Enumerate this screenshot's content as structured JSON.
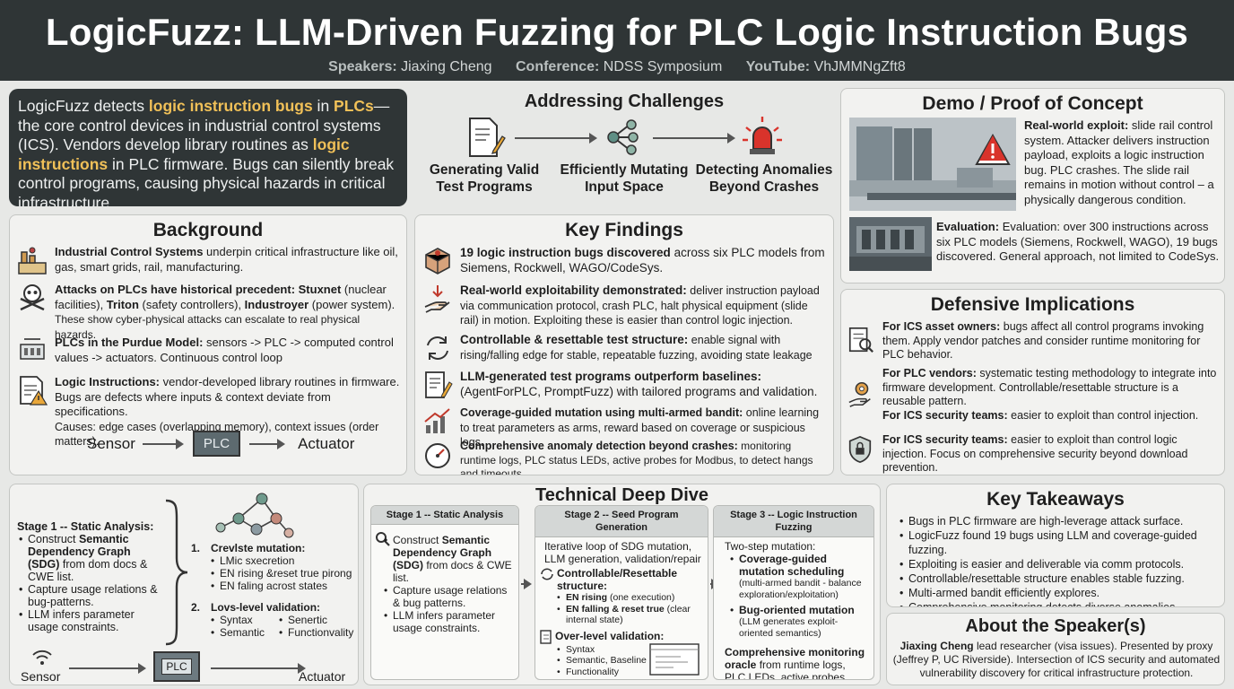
{
  "header": {
    "title": "LogicFuzz: LLM-Driven Fuzzing for PLC Logic Instruction Bugs",
    "speakers_label": "Speakers:",
    "speakers": "Jiaxing Cheng",
    "conference_label": "Conference:",
    "conference": "NDSS Symposium",
    "youtube_label": "YouTube:",
    "youtube": "VhJMMNgZft8"
  },
  "intro": {
    "t1": "LogicFuzz detects ",
    "h1": "logic instruction bugs",
    "t2": " in ",
    "h2": "PLCs",
    "t3": "—the core control devices in industrial control systems (ICS). Vendors develop library routines as ",
    "h3": "logic instructions",
    "t4": " in PLC firmware. Bugs can silently break control programs, causing physical hazards in critical infrastructure."
  },
  "challenges": {
    "title": "Addressing Challenges",
    "items": [
      {
        "label1": "Generating Valid",
        "label2": "Test Programs",
        "icon": "document-pencil-icon"
      },
      {
        "label1": "Efficiently Mutating",
        "label2": "Input Space",
        "icon": "network-nodes-icon"
      },
      {
        "label1": "Detecting Anomalies",
        "label2": "Beyond Crashes",
        "icon": "alarm-siren-icon"
      }
    ]
  },
  "demo": {
    "title": "Demo / Proof of Concept",
    "exploit_b": "Real-world exploit:",
    "exploit_t": " slide rail control system. Attacker delivers instruction payload, exploits a logic instruction bug. PLC crashes. The slide rail remains in motion without control – a physically dangerous condition.",
    "eval_b": "Evaluation:",
    "eval_t": " Evaluation: over 300 instructions across six PLC models (Siemens, Rockwell, WAGO), 19 bugs discovered. General approach, not limited to CodeSys."
  },
  "background": {
    "title": "Background",
    "items": [
      {
        "b": "Industrial Control Systems",
        "t": " underpin critical infrastructure like oil, gas, smart grids, rail, manufacturing.",
        "icon": "factory-icon"
      },
      {
        "b": "Attacks on PLCs have historical precedent: Stuxnet",
        "t": " (nuclear facilities), ",
        "b2": "Triton",
        "t2": " (safety controllers), ",
        "b3": "Industroyer",
        "t3": " (power system).",
        "n": "These show cyber-physical attacks can escalate to real physical hazards.",
        "icon": "skull-crossbones-icon"
      },
      {
        "b": "PLCs in the Purdue Model:",
        "t": " sensors -> PLC -> computed control values -> actuators. Continuous control loop",
        "icon": "plc-device-icon"
      },
      {
        "b": "Logic Instructions:",
        "t": " vendor-developed library routines in firmware.",
        "n": "Bugs are defects where inputs & context deviate from specifications.",
        "n2": "Causes: edge cases (overlapping memory), context issues (order matters).",
        "icon": "warning-document-icon"
      }
    ],
    "flow": {
      "sensor": "Sensor",
      "plc": "PLC",
      "actuator": "Actuator"
    }
  },
  "findings": {
    "title": "Key Findings",
    "items": [
      {
        "b": "19 logic instruction bugs discovered",
        "t": " across six PLC models from Siemens, Rockwell, WAGO/CodeSys.",
        "icon": "bug-cube-icon"
      },
      {
        "b": "Real-world exploitability demonstrated:",
        "t": " deliver instruction payload via communication protocol, crash PLC, halt physical equipment (slide rail) in motion. Exploiting these is easier than control logic injection.",
        "icon": "hand-payload-icon"
      },
      {
        "b": "Controllable & resettable test structure:",
        "t": " enable signal with rising/falling edge for stable, repeatable fuzzing, avoiding state leakage",
        "icon": "reset-arrows-icon"
      },
      {
        "b": "LLM-generated test programs outperform baselines:",
        "t": " (AgentForPLC, PromptFuzz) with tailored programs and validation.",
        "icon": "program-pencil-icon"
      },
      {
        "b": "Coverage-guided mutation using multi-armed bandit:",
        "t": " online learning to treat parameters as arms, reward based on coverage or suspicious logs.",
        "icon": "growth-chart-icon"
      },
      {
        "b": "Comprehensive anomaly detection beyond crashes:",
        "t": " monitoring runtime logs, PLC status LEDs, active probes for Modbus, to detect hangs and timeouts.",
        "icon": "gauge-icon"
      }
    ]
  },
  "defensive": {
    "title": "Defensive Implications",
    "items": [
      {
        "b": "For ICS asset owners:",
        "t": " bugs affect all control programs invoking them. Apply vendor patches and consider runtime monitoring for PLC behavior.",
        "icon": "search-document-icon"
      },
      {
        "b": "For PLC vendors:",
        "t": " systematic testing methodology to integrate into firmware development. Controllable/resettable structure is a reusable pattern.",
        "b2": "For ICS security teams:",
        "t2": " easier to exploit than control injection.",
        "icon": "gear-hand-icon"
      },
      {
        "b": "For ICS security teams:",
        "t": " easier to exploit than control logic injection. Focus on comprehensive security beyond download prevention.",
        "icon": "shield-lock-icon"
      }
    ]
  },
  "left_diagram": {
    "stage_title": "Stage 1 -- Static Analysis:",
    "items": [
      {
        "t": "Construct ",
        "b": "Semantic Dependency Graph (SDG)",
        "t2": " from dom docs & CWE list."
      },
      {
        "t": "Capture usage relations & bug-patterns."
      },
      {
        "t": "LLM infers parameter usage constraints."
      }
    ],
    "m1_title": "Crevlste mutation:",
    "m1_items": [
      "LMic sxecretion",
      "EN rising &reset true pirong",
      "EN faling acrost states"
    ],
    "m2_title": "Lovs-level validation:",
    "m2_items": [
      "Syntax",
      "Senertic",
      "Semantic",
      "Functionvality"
    ],
    "m1_num": "1.",
    "m2_num": "2.",
    "sensor": "Sensor",
    "plc": "PLC",
    "actuator": "Actuator"
  },
  "deep_dive": {
    "title": "Technical Deep Dive",
    "s1": {
      "header": "Stage 1 -- Static Analysis",
      "items": [
        {
          "t": "Construct ",
          "b": "Semantic Dependency Graph (SDG)",
          "t2": " from docs & CWE list."
        },
        {
          "t": "Capture usage relations & bug patterns."
        },
        {
          "t": "LLM infers parameter usage constraints."
        }
      ]
    },
    "s2": {
      "header": "Stage 2 -- Seed Program Generation",
      "intro": "Iterative loop of SDG mutation, LLM generation, validation/repair",
      "c_title": "Controllable/Resettable structure:",
      "c_items": [
        {
          "b": "EN rising",
          "t": " (one execution)"
        },
        {
          "b": "EN falling & reset true",
          "t": " (clear internal state)"
        }
      ],
      "v_title": "Over-level validation:",
      "v_items": [
        "Syntax",
        "Semantic, Baseline",
        "Functionality"
      ]
    },
    "s3": {
      "header": "Stage 3 -- Logic Instruction Fuzzing",
      "intro": "Two-step mutation:",
      "items": [
        {
          "b": "Coverage-guided mutation scheduling",
          "n": "(multi-armed bandit - balance exploration/exploitation)"
        },
        {
          "b": "Bug-oriented mutation",
          "n": "(LLM generates exploit-oriented semantics)"
        }
      ],
      "m_b": "Comprehensive monitoring oracle",
      "m_t": " from runtime logs, PLC LEDs, active probes."
    }
  },
  "takeaways": {
    "title": "Key Takeaways",
    "items": [
      "Bugs in PLC firmware are high-leverage attack surface.",
      "LogicFuzz found 19 bugs using LLM and coverage-guided fuzzing.",
      "Exploiting is easier and deliverable via comm protocols.",
      "Controllable/resettable structure enables stable fuzzing.",
      "Multi-armed bandit efficiently explores.",
      "Comprehensive monitoring detects diverse anomalies."
    ]
  },
  "speaker": {
    "title": "About the Speaker(s)",
    "b": "Jiaxing Cheng",
    "t": " lead researcher (visa issues). Presented by proxy (Jeffrey P, UC Riverside). Intersection of ICS security and automated vulnerability discovery for critical infrastructure protection."
  }
}
